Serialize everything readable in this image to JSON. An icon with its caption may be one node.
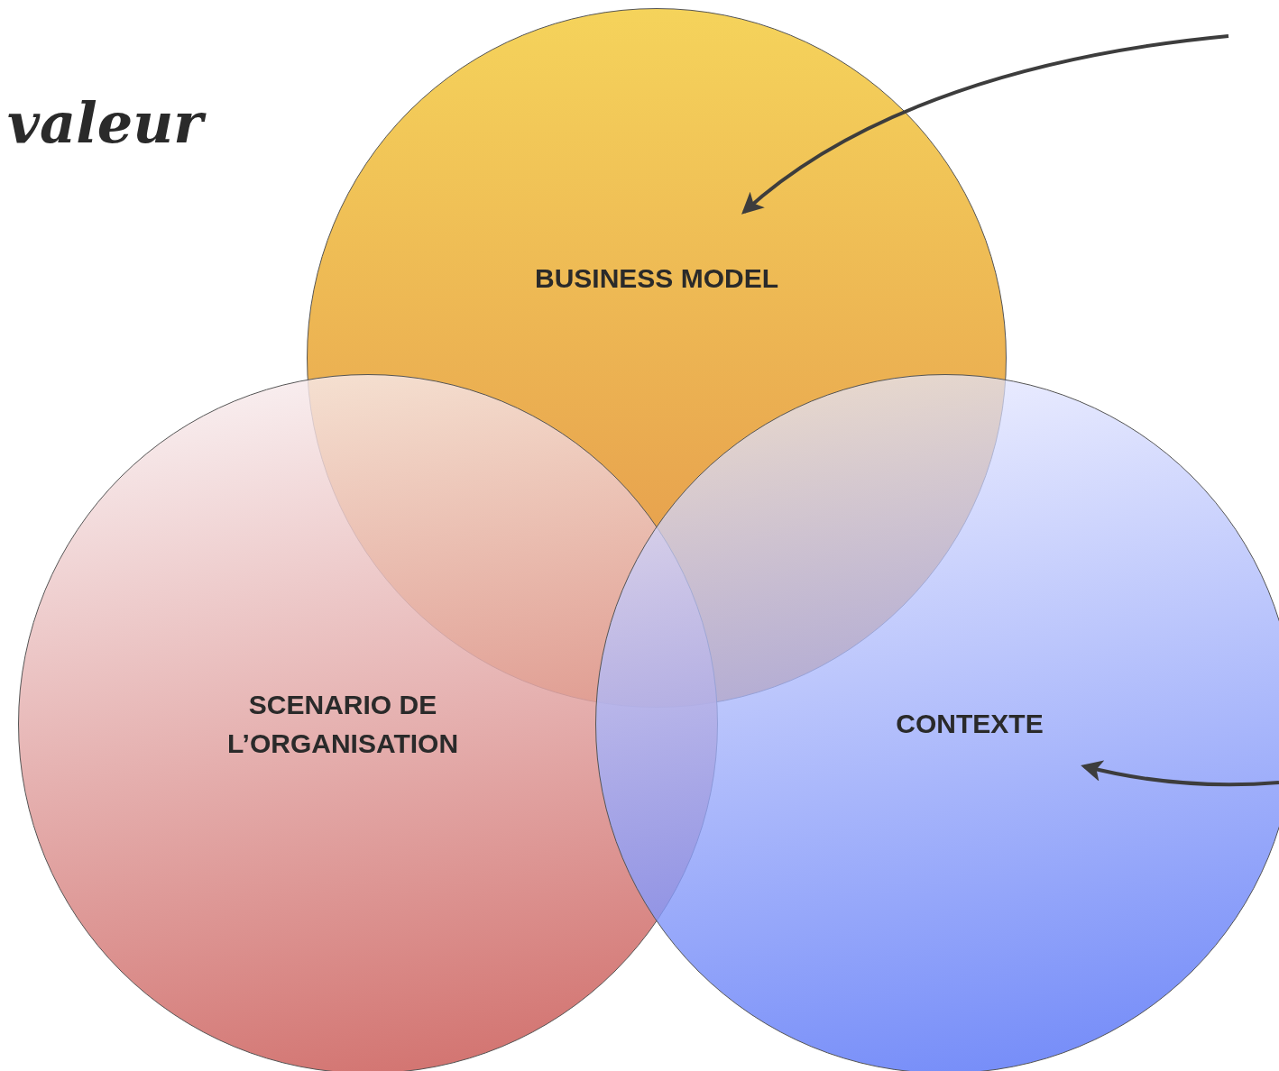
{
  "diagram": {
    "nodes": [
      {
        "text": [
          "BUSINESS MODEL"
        ]
      },
      {
        "text": [
          "SCENARIO DE L’ORGANISATION"
        ]
      },
      {
        "text": [
          "CONTEXTE"
        ]
      }
    ],
    "edges": [
      {
        "from": null,
        "to": 0,
        "arrow": "to"
      },
      {
        "from": null,
        "to": 2,
        "arrow": "to"
      }
    ],
    "labels": [
      "valeur"
    ]
  }
}
